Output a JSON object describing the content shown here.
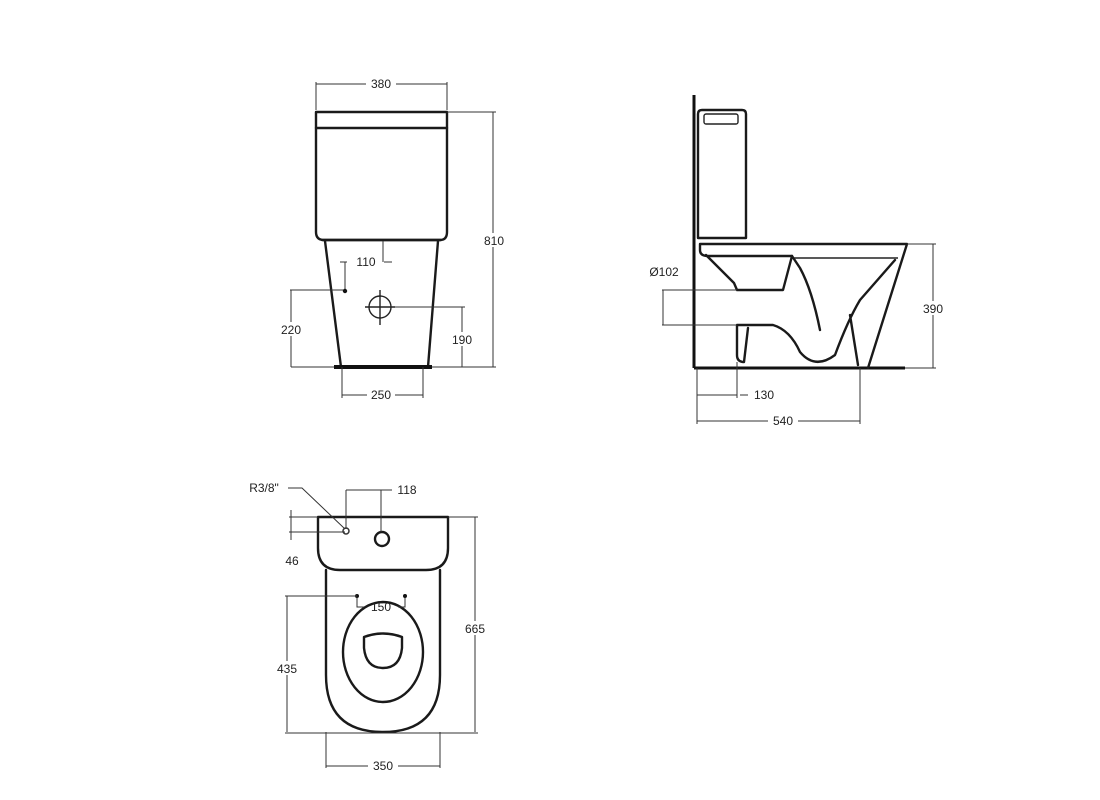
{
  "front_view": {
    "width_tank": "380",
    "height_total": "810",
    "inlet_offset": "110",
    "inlet_height": "220",
    "outlet_height": "190",
    "base_width": "250"
  },
  "side_view": {
    "outlet_diameter": "Ø102",
    "bowl_height": "390",
    "outlet_from_wall": "130",
    "depth_total": "540"
  },
  "top_view": {
    "inlet_thread": "R3/8\"",
    "inlet_spacing": "118",
    "inlet_from_wall": "46",
    "seat_fixing_spacing": "150",
    "length_total": "665",
    "seat_fixing_distance": "435",
    "bowl_width": "350"
  },
  "colors": {
    "line": "#1a1a1a",
    "background": "#ffffff"
  }
}
